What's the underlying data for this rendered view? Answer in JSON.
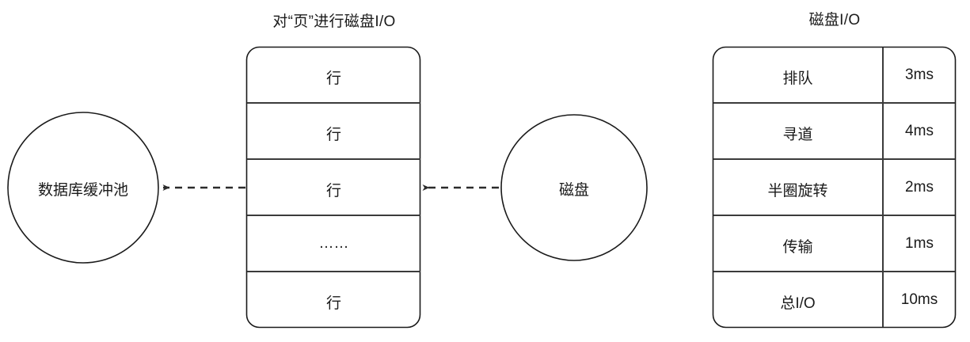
{
  "titles": {
    "left": "对“页”进行磁盘I/O",
    "right": "磁盘I/O"
  },
  "nodes": {
    "buffer_pool": "数据库缓冲池",
    "disk": "磁盘"
  },
  "page_box": {
    "rows": [
      "行",
      "行",
      "行",
      "……",
      "行"
    ]
  },
  "io_table": {
    "rows": [
      {
        "name": "排队",
        "value": "3ms"
      },
      {
        "name": "寻道",
        "value": "4ms"
      },
      {
        "name": "半圈旋转",
        "value": "2ms"
      },
      {
        "name": "传输",
        "value": "1ms"
      },
      {
        "name": "总I/O",
        "value": "10ms"
      }
    ]
  },
  "arrows": [
    {
      "name": "page-to-buffer-pool",
      "style": "dashed",
      "direction": "left"
    },
    {
      "name": "disk-to-page",
      "style": "dashed",
      "direction": "left"
    }
  ],
  "colors": {
    "stroke": "#1a1a1a",
    "divider": "#3b3b3b",
    "background": "#ffffff",
    "text": "#1a1a1a"
  }
}
